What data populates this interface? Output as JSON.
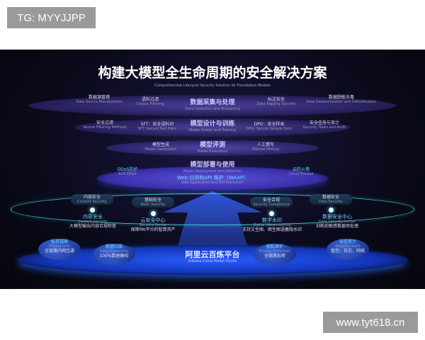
{
  "watermarks": {
    "top_left": "TG: MYYJJPP",
    "bottom_right": "www.tyt618.cn"
  },
  "poster": {
    "title": "构建大模型全生命周期的安全解决方案",
    "subtitle": "Comprehensive Lifecycle Security Solution for Foundation Models",
    "layer1": {
      "name": "数据采集与处理",
      "en": "Data Collection and Processing",
      "items": [
        {
          "zh": "数据源管理",
          "en": "Data Source Management"
        },
        {
          "zh": "语料过滤",
          "en": "Corpus Filtering"
        },
        {
          "zh": "标注安全",
          "en": "Data Tagging Security"
        },
        {
          "zh": "数据脱敏去毒",
          "en": "Data Desensitization and Detoxification"
        }
      ]
    },
    "layer2": {
      "name": "模型设计与训练",
      "en": "Model Design and Training",
      "items": [
        {
          "zh": "安全过滤",
          "en": "Secure Filtering Methods"
        },
        {
          "zh": "SFT：安全语料对",
          "en": "SFT: Secure Text Pairs"
        },
        {
          "zh": "DPO：安全样本",
          "en": "DPO: Secure Sample Pairs"
        },
        {
          "zh": "安全任务与审计",
          "en": "Security Tasks and Audit"
        }
      ]
    },
    "layer3": {
      "name": "模型评测",
      "en": "Model Evaluation",
      "items": [
        {
          "zh": "模型生成",
          "en": "Model Generation"
        },
        {
          "zh": "人工撰写",
          "en": "Manual Writing"
        }
      ]
    },
    "layer4": {
      "name": "模型部署与使用",
      "en": "Model Deployment and Adoption",
      "waap": "Web 应用和API 保护（WAAP）",
      "waap_en": "Web Application and API Protection",
      "items": [
        {
          "zh": "DDoS防护",
          "en": "Anti-DDoS"
        },
        {
          "zh": "云防火墙",
          "en": "Cloud Firewall"
        }
      ]
    },
    "ring": {
      "pills": [
        {
          "zh": "内容安全",
          "en": "Content Security"
        },
        {
          "zh": "基础安全",
          "en": "Basic Security"
        },
        {
          "zh": "安全合规",
          "en": "Security Compliance"
        },
        {
          "zh": "数据安全",
          "en": "Data Security"
        }
      ],
      "nodes": [
        {
          "zh": "内容安全",
          "en": "Content Security",
          "desc": "大模型输出内容合规检查"
        },
        {
          "zh": "云安全中心",
          "en": "Security Center",
          "desc": "保障PAI平台的智算资产"
        },
        {
          "zh": "数字水印",
          "en": "Digital Watermarking",
          "desc": "支持文生图、图生图语義隐水印"
        },
        {
          "zh": "数据安全中心",
          "en": "Data Security Center",
          "desc": "训练前敏感数据项处理"
        }
      ]
    },
    "platform": {
      "name": "阿里云百炼平台",
      "en": "Alibaba Cloud Model Studio",
      "bubbles": [
        {
          "zh": "私有链路",
          "en": "Private Link",
          "desc": "全链路内网互通"
        },
        {
          "zh": "数据归属",
          "en": "Data Ownership",
          "desc": "100%数据确权"
        },
        {
          "zh": "隐私保护",
          "en": "Privacy Protection",
          "desc": "全链路加密"
        },
        {
          "zh": "安全审计",
          "en": "Security Audit",
          "desc": "管控、日志、网络"
        }
      ]
    }
  }
}
